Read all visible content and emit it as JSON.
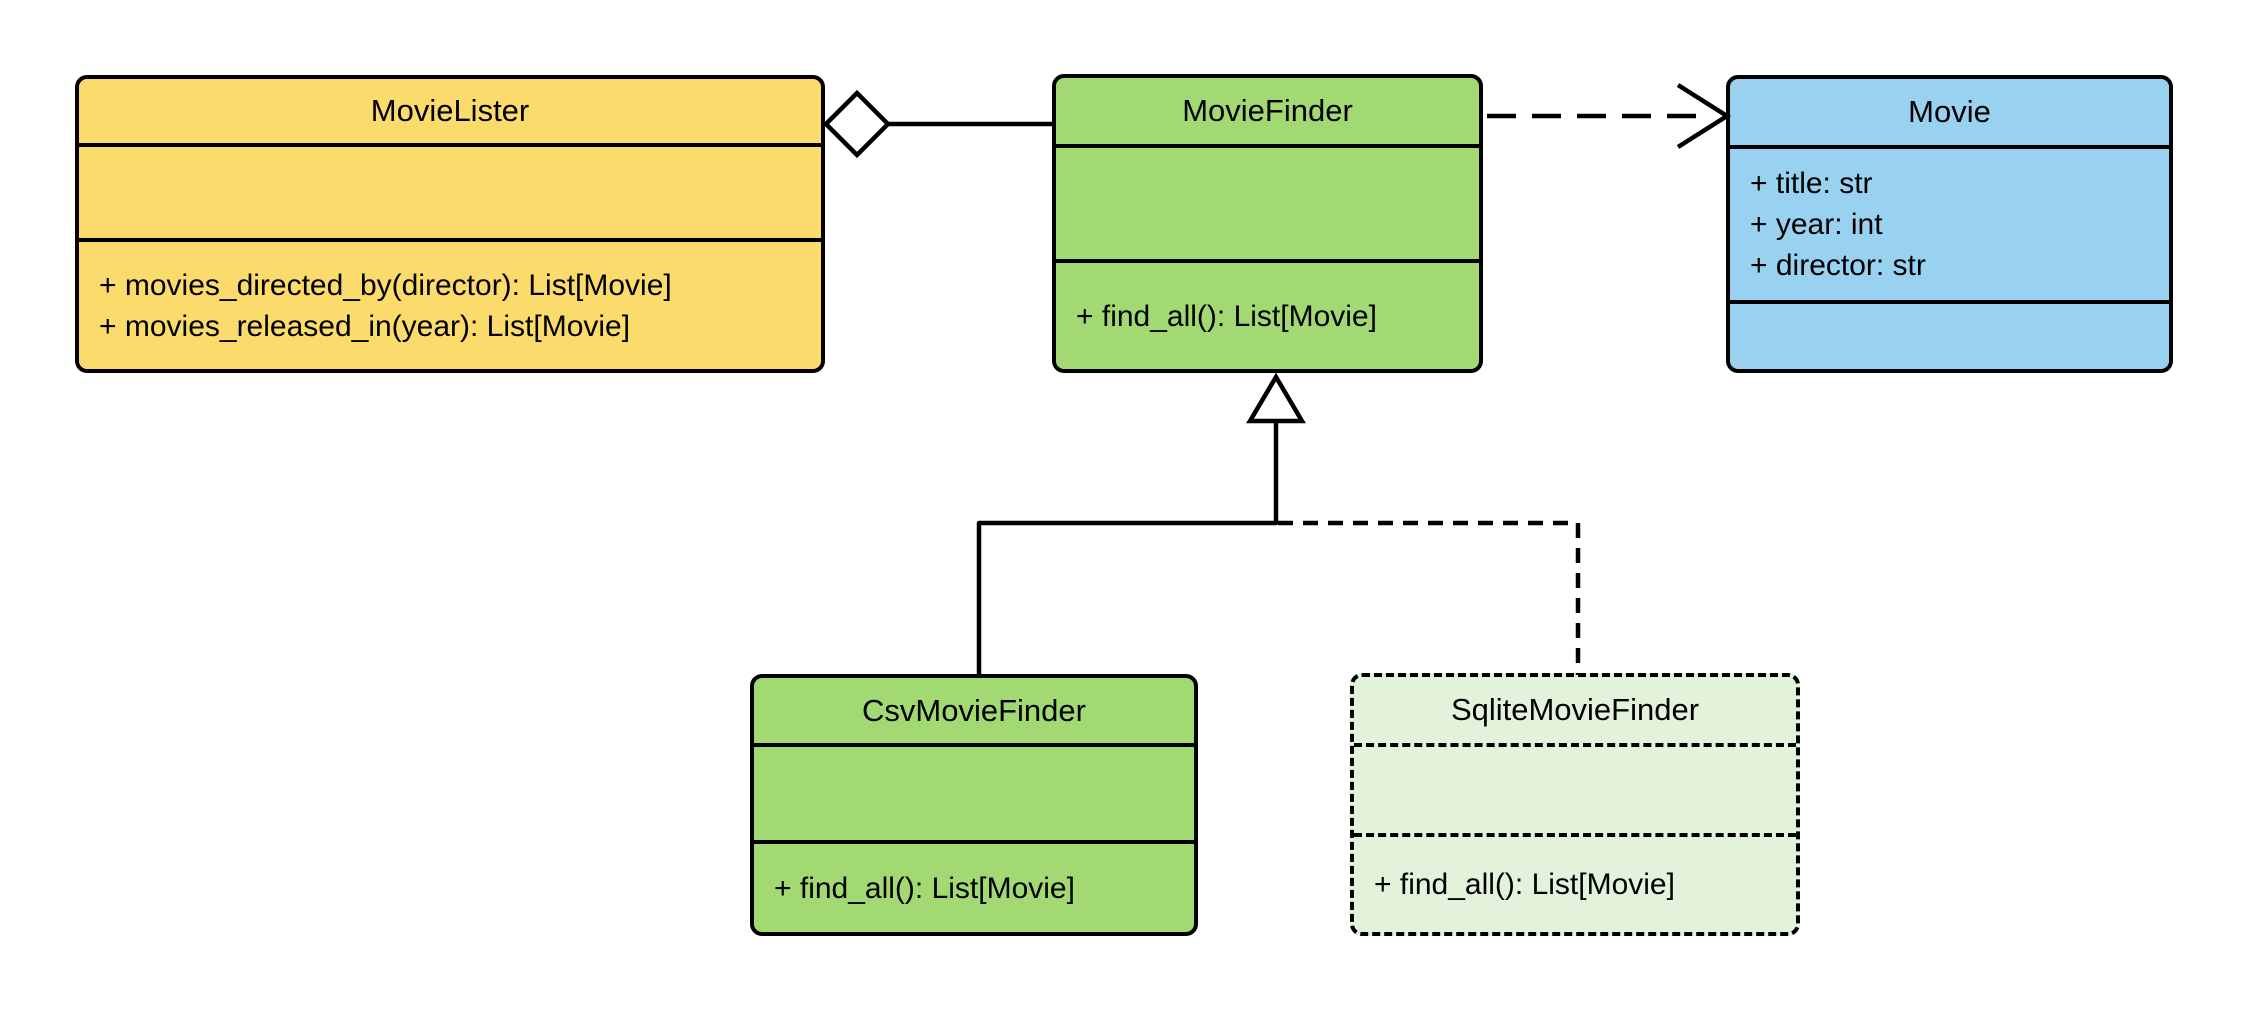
{
  "diagram": {
    "type": "uml-class-diagram",
    "background": "#ffffff",
    "line_color": "#000000",
    "classes": [
      {
        "name": "MovieLister",
        "fill": "#FCDB6D",
        "border": "solid",
        "attributes": [],
        "methods": [
          "+ movies_directed_by(director): List[Movie]",
          "+ movies_released_in(year): List[Movie]"
        ]
      },
      {
        "name": "MovieFinder",
        "fill": "#A2D973",
        "border": "solid",
        "attributes": [],
        "methods": [
          "+ find_all(): List[Movie]"
        ]
      },
      {
        "name": "Movie",
        "fill": "#99D2F0",
        "border": "solid",
        "attributes": [
          "+ title: str",
          "+ year: int",
          "+ director: str"
        ],
        "methods": []
      },
      {
        "name": "CsvMovieFinder",
        "fill": "#A2D973",
        "border": "solid",
        "attributes": [],
        "methods": [
          "+ find_all(): List[Movie]"
        ]
      },
      {
        "name": "SqliteMovieFinder",
        "fill": "#E3F2DA",
        "border": "dashed",
        "attributes": [],
        "methods": [
          "+ find_all(): List[Movie]"
        ]
      }
    ],
    "relationships": [
      {
        "type": "aggregation",
        "from": "MovieLister",
        "to": "MovieFinder",
        "line": "solid",
        "marker": "hollow-diamond"
      },
      {
        "type": "dependency",
        "from": "MovieFinder",
        "to": "Movie",
        "line": "dashed",
        "marker": "open-arrow"
      },
      {
        "type": "generalization",
        "from": "CsvMovieFinder",
        "to": "MovieFinder",
        "line": "solid",
        "marker": "hollow-triangle"
      },
      {
        "type": "realization",
        "from": "SqliteMovieFinder",
        "to": "MovieFinder",
        "line": "dashed",
        "marker": "hollow-triangle"
      }
    ]
  }
}
